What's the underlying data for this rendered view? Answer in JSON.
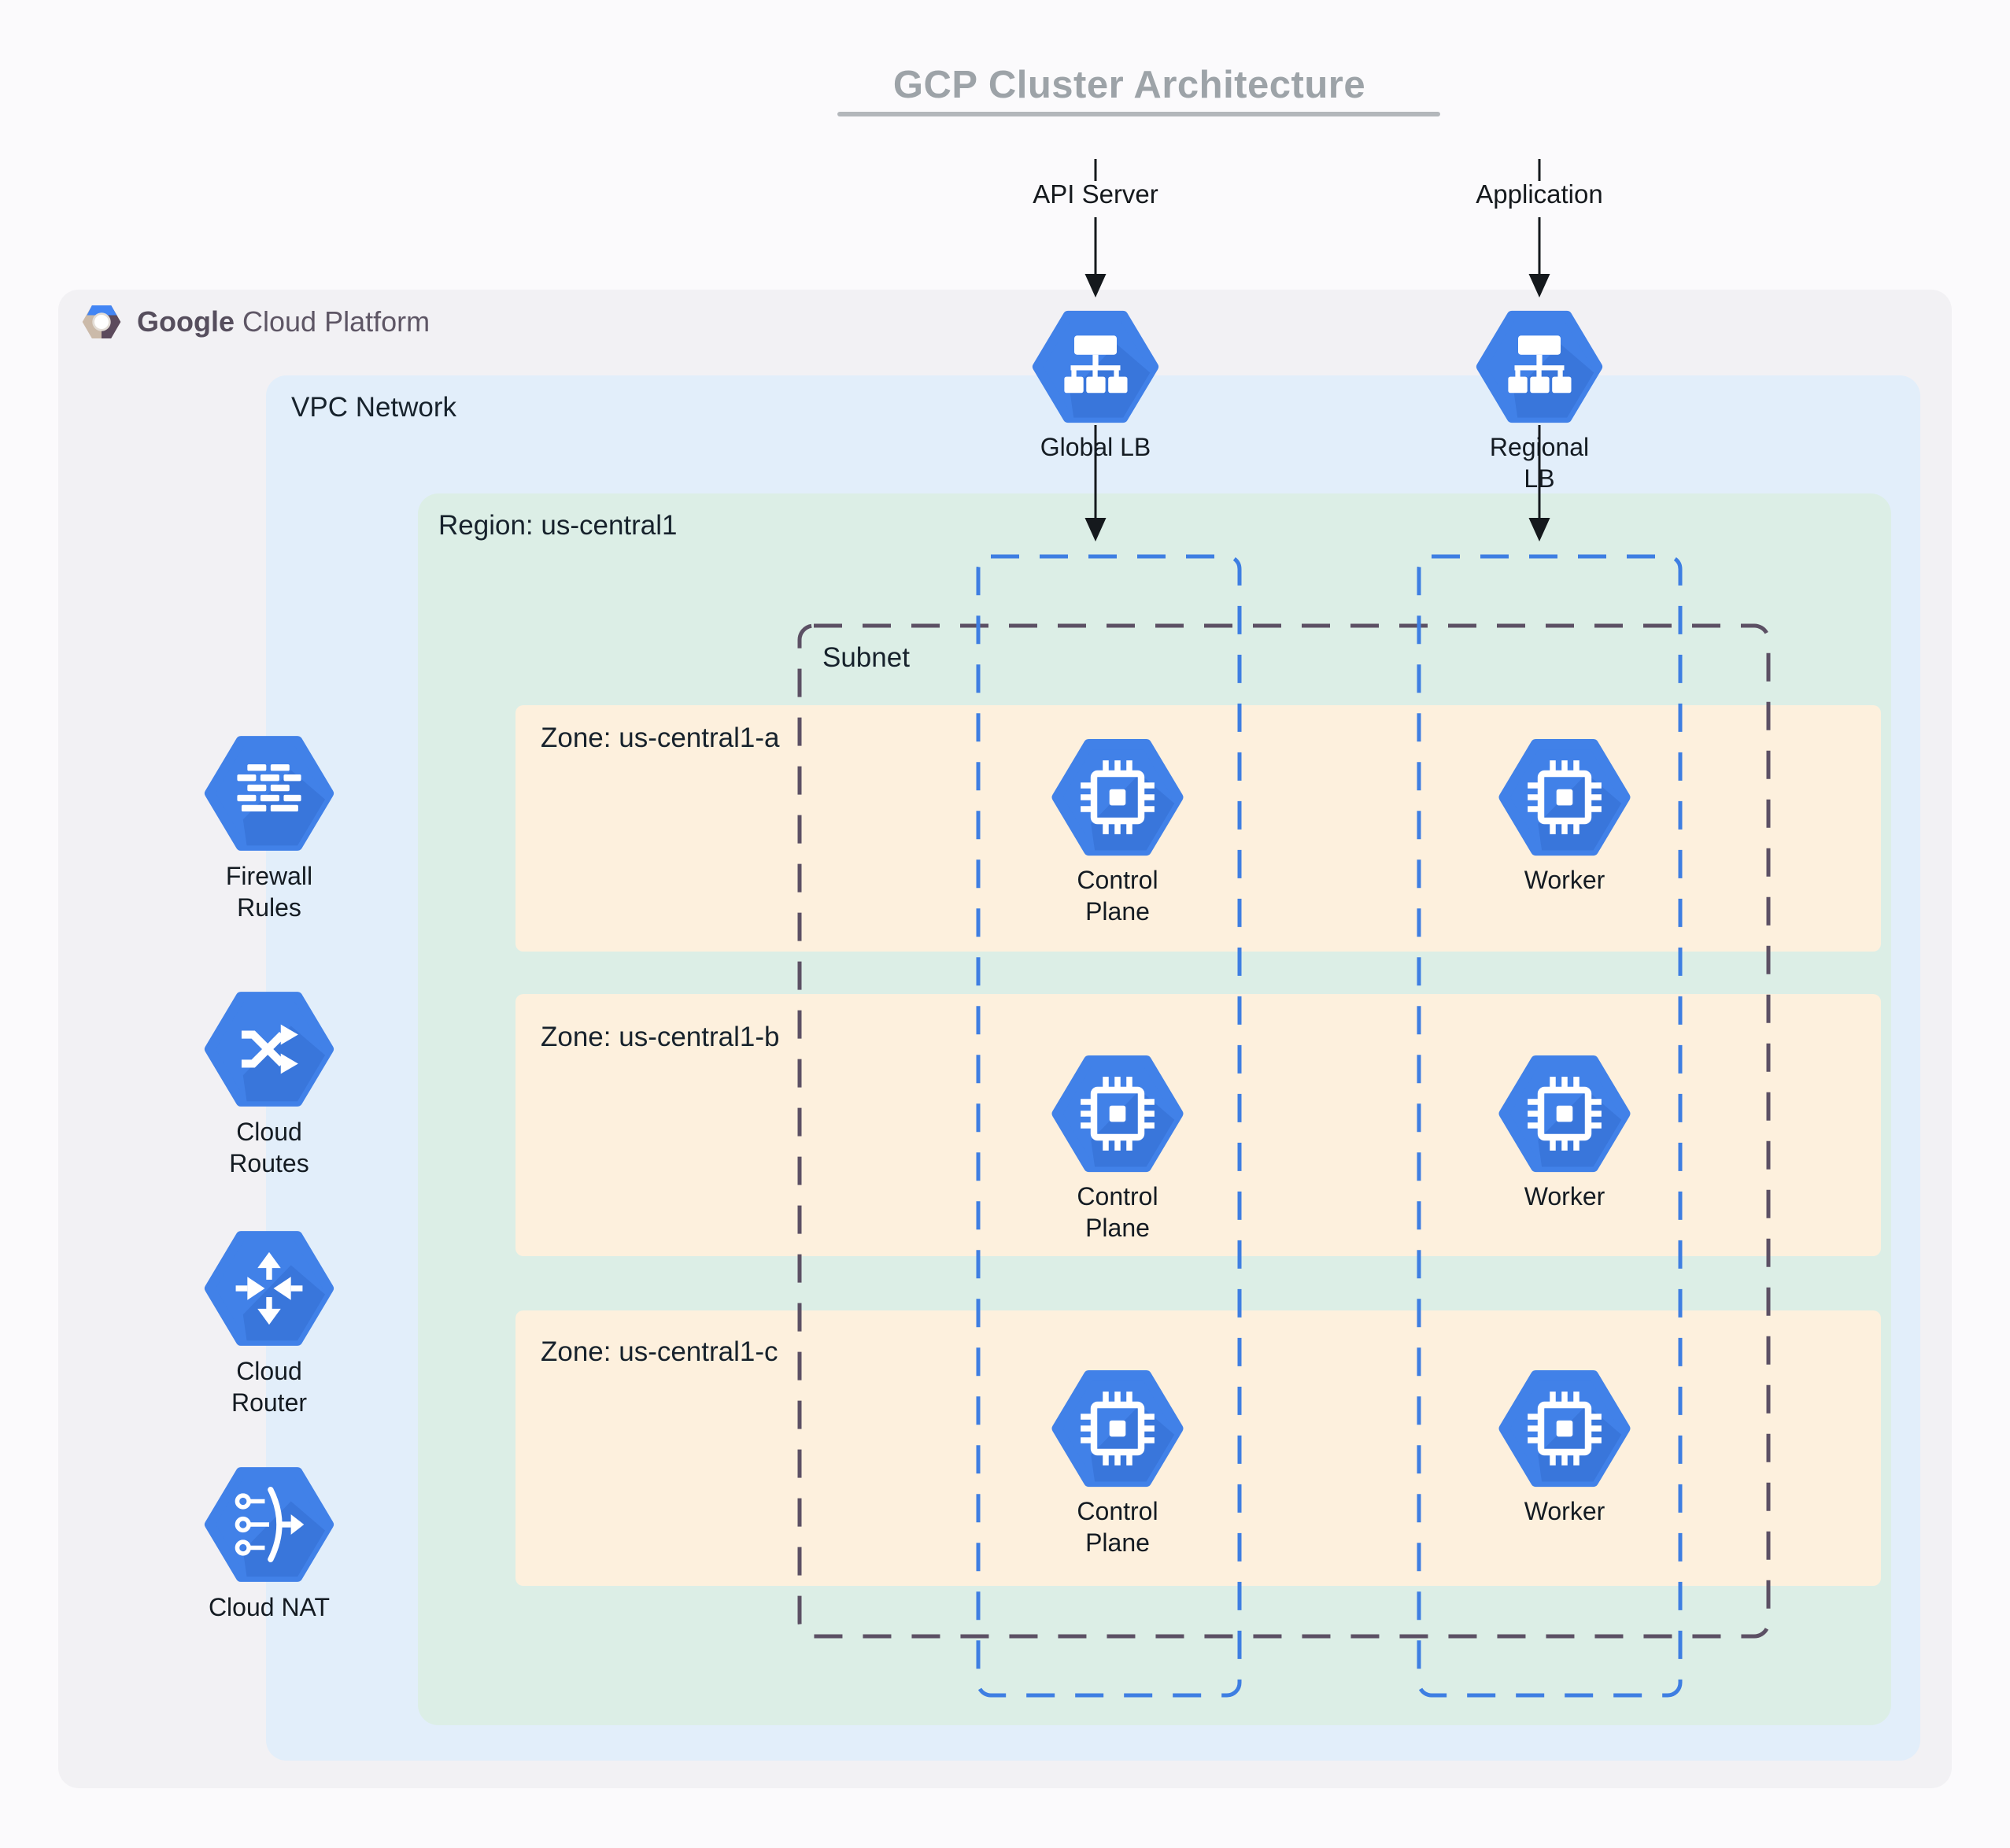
{
  "title": {
    "text": "GCP Cluster Architecture"
  },
  "inputs": {
    "api_server": "API Server",
    "application": "Application"
  },
  "logo": {
    "brand": "Google",
    "product": "Cloud Platform"
  },
  "vpc": {
    "label": "VPC Network"
  },
  "region": {
    "label": "Region: us-central1"
  },
  "subnet": {
    "label": "Subnet"
  },
  "zones": {
    "a": {
      "label": "Zone: us-central1-a"
    },
    "b": {
      "label": "Zone: us-central1-b"
    },
    "c": {
      "label": "Zone: us-central1-c"
    }
  },
  "nodes": {
    "global_lb": {
      "label": "Global LB",
      "icon": "load-balancer-icon"
    },
    "regional_lb": {
      "line1": "Regional",
      "line2": "LB",
      "icon": "load-balancer-icon"
    },
    "control_plane": {
      "line1": "Control",
      "line2": "Plane",
      "icon": "chip-icon"
    },
    "worker": {
      "label": "Worker",
      "icon": "chip-icon"
    }
  },
  "sidebar": {
    "firewall": {
      "line1": "Firewall",
      "line2": "Rules",
      "icon": "firewall-icon"
    },
    "routes": {
      "line1": "Cloud",
      "line2": "Routes",
      "icon": "shuffle-routes-icon"
    },
    "router": {
      "line1": "Cloud",
      "line2": "Router",
      "icon": "router-arrows-icon"
    },
    "nat": {
      "label": "Cloud NAT",
      "icon": "nat-icon"
    }
  },
  "colors": {
    "hexagon_blue": "#4181e8",
    "dashed_subnet": "#5c5064",
    "dashed_instance_group": "#3e7ee2",
    "gcp_bg": "#f2f1f4",
    "vpc_bg": "#e2eefa",
    "region_bg": "#dceee6",
    "zone_bg": "#fdf0dd",
    "title_gray": "#9da3a8",
    "connector_black": "#15191d"
  }
}
